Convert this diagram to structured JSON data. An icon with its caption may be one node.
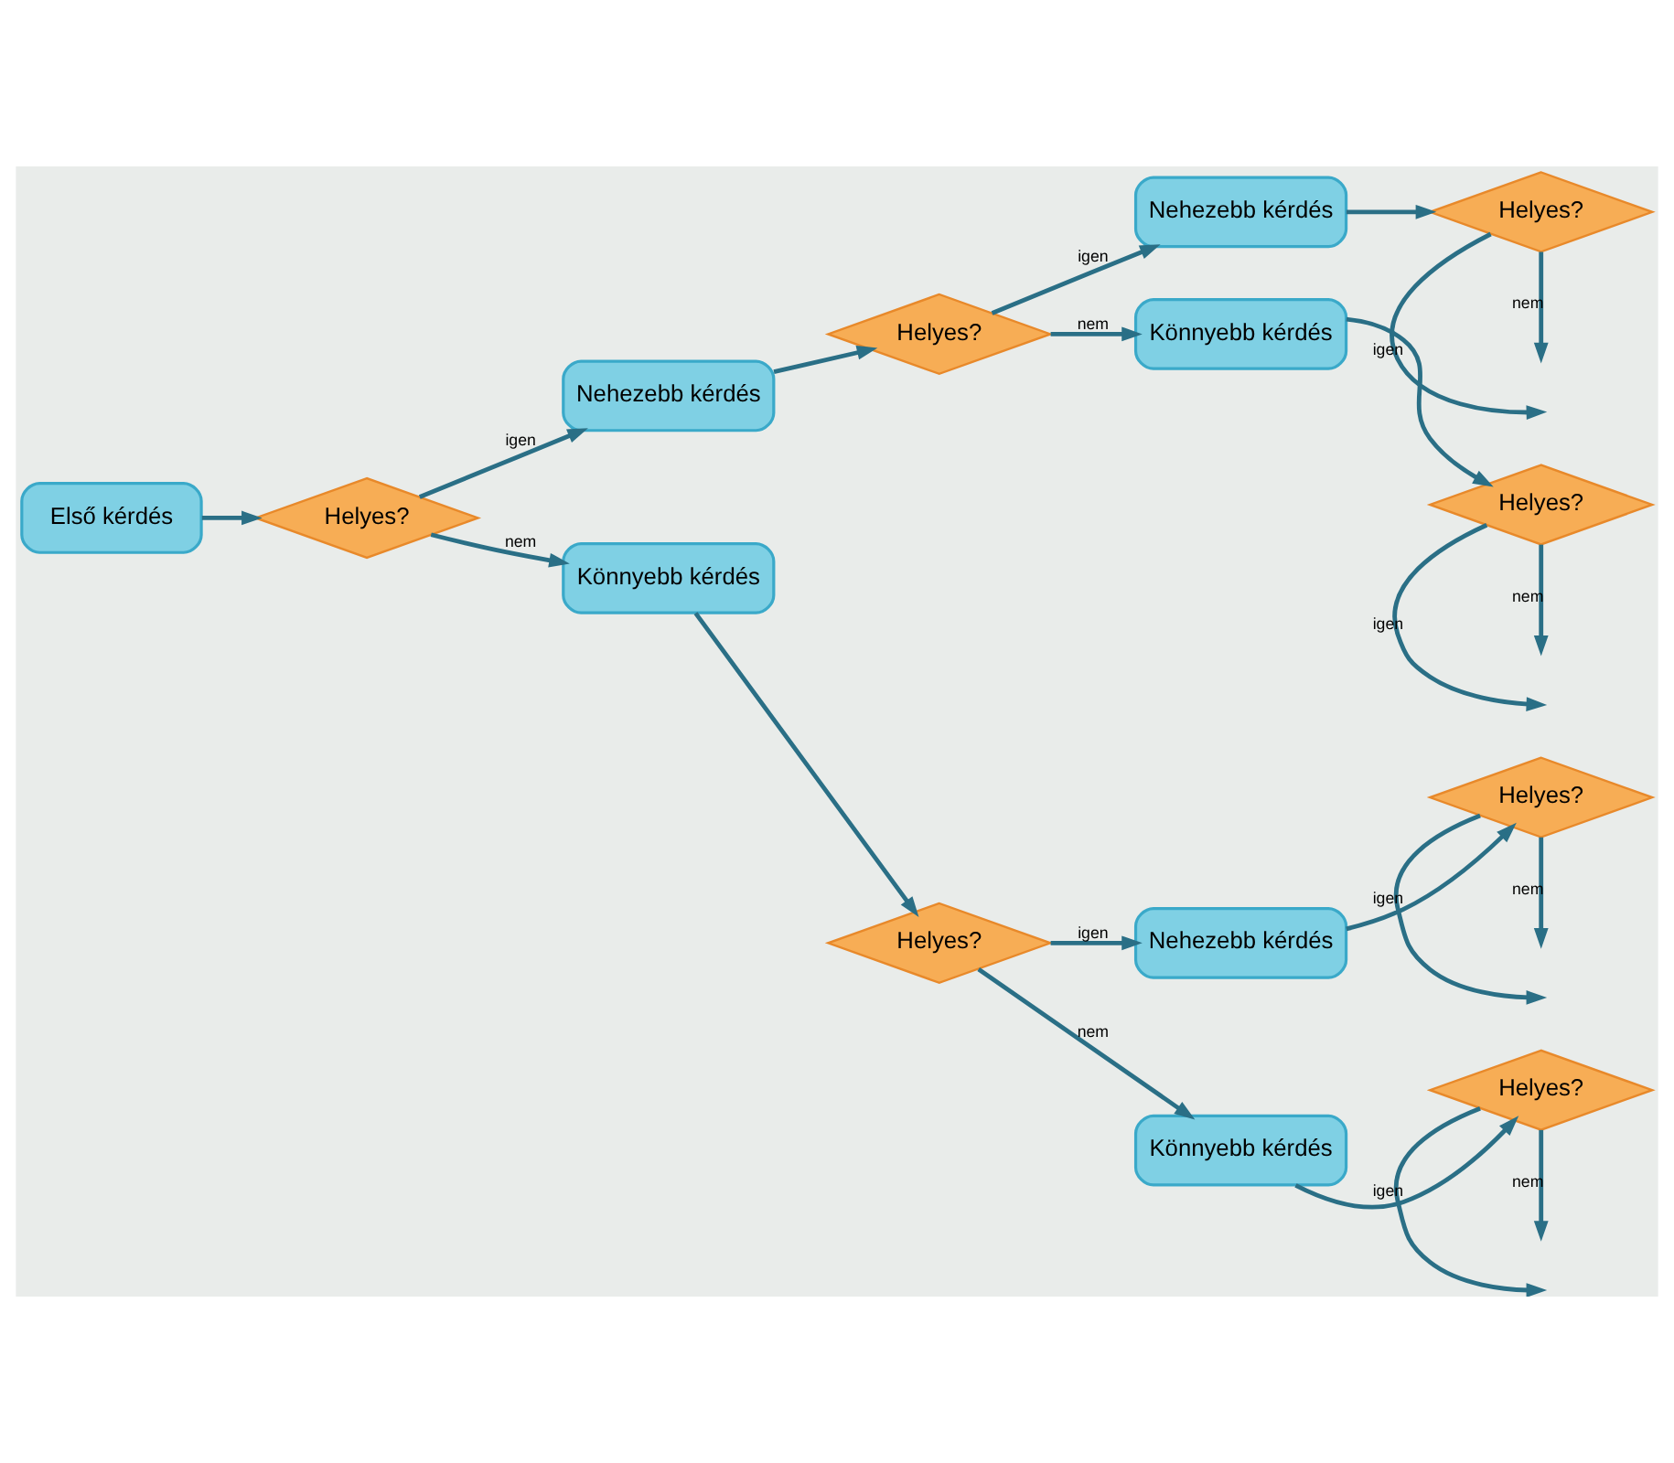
{
  "diagram": {
    "nodes": [
      {
        "text": [
          "Első kérdés"
        ]
      },
      {
        "text": [
          "Helyes?"
        ]
      },
      {
        "text": [
          "Nehezebb kérdés"
        ]
      },
      {
        "text": [
          "Helyes?"
        ]
      },
      {
        "text": [
          "Nehezebb kérdés"
        ]
      },
      {
        "text": [
          "Helyes?"
        ]
      },
      {
        "text": [
          "Könnyebb kérdés"
        ]
      },
      {
        "text": [
          "Helyes?"
        ]
      },
      {
        "text": [
          "Könnyebb kérdés"
        ]
      },
      {
        "text": [
          "Helyes?"
        ]
      },
      {
        "text": [
          "Nehezebb kérdés"
        ]
      },
      {
        "text": [
          "Helyes?"
        ]
      },
      {
        "text": [
          "Könnyebb kérdés"
        ]
      },
      {
        "text": [
          "Helyes?"
        ]
      }
    ],
    "edges": [
      {
        "from": 0,
        "to": 1,
        "arrow": "to"
      },
      {
        "from": 1,
        "to": 2,
        "arrow": "to",
        "label": "igen"
      },
      {
        "from": 1,
        "to": 8,
        "arrow": "to",
        "label": "nem"
      },
      {
        "from": 2,
        "to": 3,
        "arrow": "to"
      },
      {
        "from": 3,
        "to": 4,
        "arrow": "to",
        "label": "igen"
      },
      {
        "from": 3,
        "to": 6,
        "arrow": "to",
        "label": "nem"
      },
      {
        "from": 4,
        "to": 5,
        "arrow": "to"
      },
      {
        "from": 5,
        "to": null,
        "arrow": "to",
        "label": "igen"
      },
      {
        "from": 5,
        "to": null,
        "arrow": "to",
        "label": "nem"
      },
      {
        "from": 6,
        "to": 7,
        "arrow": "to"
      },
      {
        "from": 7,
        "to": null,
        "arrow": "to",
        "label": "igen"
      },
      {
        "from": 7,
        "to": null,
        "arrow": "to",
        "label": "nem"
      },
      {
        "from": 8,
        "to": 9,
        "arrow": "to"
      },
      {
        "from": 9,
        "to": 10,
        "arrow": "to",
        "label": "igen"
      },
      {
        "from": 9,
        "to": 12,
        "arrow": "to",
        "label": "nem"
      },
      {
        "from": 10,
        "to": 11,
        "arrow": "to"
      },
      {
        "from": 11,
        "to": null,
        "arrow": "to",
        "label": "igen"
      },
      {
        "from": 11,
        "to": null,
        "arrow": "to",
        "label": "nem"
      },
      {
        "from": 12,
        "to": 13,
        "arrow": "to"
      },
      {
        "from": 13,
        "to": null,
        "arrow": "to",
        "label": "igen"
      },
      {
        "from": 13,
        "to": null,
        "arrow": "to",
        "label": "nem"
      }
    ]
  }
}
